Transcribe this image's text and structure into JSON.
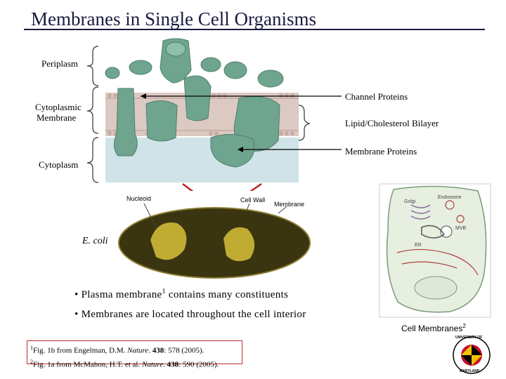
{
  "title": "Membranes in Single Cell Organisms",
  "membrane_labels": {
    "periplasm": "Periplasm",
    "cytoplasmic_membrane_line1": "Cytoplasmic",
    "cytoplasmic_membrane_line2": "Membrane",
    "cytoplasm": "Cytoplasm"
  },
  "callouts": {
    "channel_proteins": "Channel Proteins",
    "lipid_bilayer": "Lipid/Cholesterol Bilayer",
    "membrane_proteins": "Membrane Proteins"
  },
  "ecoli": {
    "label": "E. coli",
    "nucleoid": "Nucleoid",
    "cell_wall": "Cell Wall",
    "membrane": "Membrane"
  },
  "cell_diagram": {
    "golgi": "Golgi",
    "endosome": "Endosome",
    "mvb": "MVB",
    "er": "ER",
    "caption": "Cell Membranes",
    "caption_sup": "2"
  },
  "bullets": [
    {
      "text_before": "Plasma membrane",
      "sup": "1",
      "text_after": " contains many constituents"
    },
    {
      "text": "Membranes are located throughout the cell interior"
    }
  ],
  "references": [
    {
      "sup": "1",
      "prefix": "Fig. 1b from Engelman, D.M. ",
      "journal": "Nature",
      "sep1": ". ",
      "volume": "438",
      "rest": ": 578 (2005)."
    },
    {
      "sup": "2",
      "prefix": "Fig. 1a from McMahon, H.T. et al. ",
      "journal": "Nature",
      "sep1": ". ",
      "volume": "438",
      "rest": ": 590 (2005)."
    }
  ],
  "logo": {
    "text_top": "UNIVERSITY OF",
    "text_bottom": "MARYLAND"
  },
  "colors": {
    "title": "#1a1a40",
    "membrane_green": "#6fa58f",
    "lipid_tan": "#d9c7bf",
    "cytoplasm_blue": "#cfe3e8",
    "ecoli_dark": "#3a3410",
    "ecoli_yellow": "#d8c23a",
    "red_line": "#c02020",
    "cell_green": "#e6efe0"
  }
}
